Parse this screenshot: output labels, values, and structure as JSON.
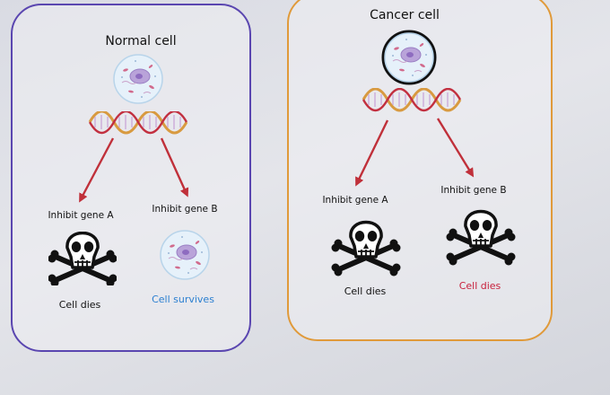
{
  "normal": {
    "title": "Normal cell",
    "gene_a": "Inhibit gene A",
    "gene_b": "Inhibit gene B",
    "outcome_a": "Cell dies",
    "outcome_b": "Cell survives"
  },
  "cancer": {
    "title": "Cancer cell",
    "gene_a": "Inhibit gene A",
    "gene_b": "Inhibit gene B",
    "outcome_a": "Cell dies",
    "outcome_b": "Cell dies"
  },
  "colors": {
    "normal_border": "#5a46b0",
    "cancer_border": "#e09a3a",
    "arrow": "#c0303a",
    "survives_text": "#2b7fd0",
    "cancer_dies_text": "#c8213c"
  },
  "icons": [
    "cell-icon",
    "dna-icon",
    "arrow-icon",
    "skull-crossbones-icon"
  ]
}
